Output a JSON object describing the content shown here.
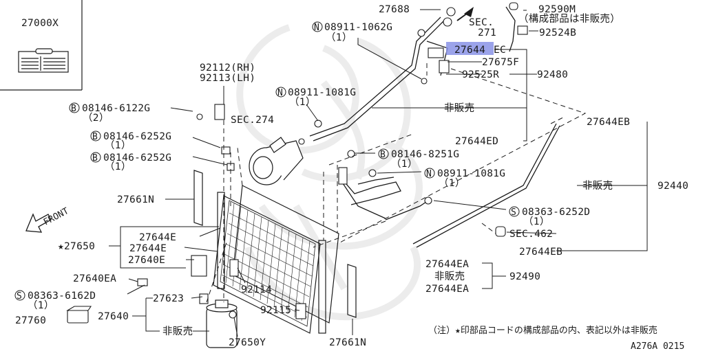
{
  "diagram": {
    "labels": {
      "p27000x": "27000X",
      "p27688": "27688",
      "p92590m": "92590M",
      "p92590m_note": "（構成部品は非販売）",
      "sec271_a": "SEC.",
      "sec271_b": "271",
      "p92524b": "92524B",
      "n08911_1062g": "08911-1062G",
      "n08911_1062g_q": "（1）",
      "p27644ec_hl": "27644",
      "p27644ec_tail": "EC",
      "p27675f": "27675F",
      "p92525r": "92525R",
      "p92480": "92480",
      "p92112": "92112(RH)",
      "p92113": "92113(LH)",
      "n08911_1081g_a": "08911-1081G",
      "n08911_1081g_a_q": "（1）",
      "b08146_6122g": "08146-6122G",
      "b08146_6122g_q": "（2）",
      "hihanbai_1": "非販売",
      "sec274": "SEC.274",
      "p27644eb_top": "27644EB",
      "b08146_6252g_a": "08146-6252G",
      "b08146_6252g_a_q": "（1）",
      "p27644ed": "27644ED",
      "b08146_6252g_b": "08146-6252G",
      "b08146_6252g_b_q": "（1）",
      "b08146_8251g": "08146-8251G",
      "b08146_8251g_q": "（1）",
      "n08911_1081g_b": "08911-1081G",
      "n08911_1081g_b_q": "（1）",
      "p27661n_a": "27661N",
      "hihanbai_2": "非販売",
      "p92440": "92440",
      "front": "FRONT",
      "s08363_6252d": "08363-6252D",
      "s08363_6252d_q": "（1）",
      "p27644e_a": "27644E",
      "sec462": "SEC.462",
      "p27650": "★27650",
      "p27644e_b": "27644E",
      "p27644eb_bot": "27644EB",
      "p27640e": "27640E",
      "p27644ea_a": "27644EA",
      "p27640ea": "27640EA",
      "hihanbai_3": "非販売",
      "p92490": "92490",
      "p92114": "92114",
      "p27644ea_b": "27644EA",
      "s08363_6162d": "08363-6162D",
      "s08363_6162d_q": "（1）",
      "p27623": "27623",
      "p92115": "92115",
      "p27760": "27760",
      "p27640": "27640",
      "hihanbai_4": "非販売",
      "p27650y": "27650Y",
      "p27661n_b": "27661N",
      "note": "（注）★印部品コードの構成部品の内、表記以外は非販売",
      "code": "A276A 0215"
    },
    "circle_marks": {
      "n": "N",
      "b": "B",
      "s": "S"
    }
  },
  "colors": {
    "ink": "#1a1a1a",
    "highlight": "#8a93e6",
    "background": "#ffffff"
  }
}
